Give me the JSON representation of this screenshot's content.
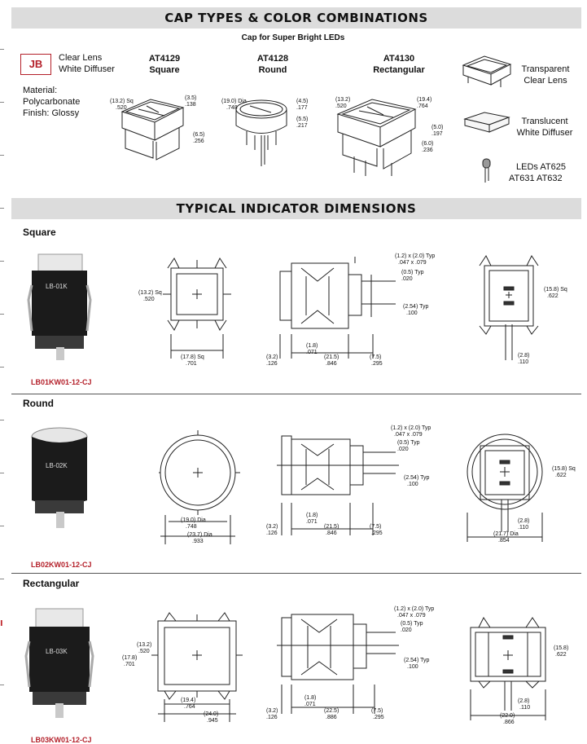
{
  "cap_section": {
    "header": "CAP TYPES & COLOR COMBINATIONS",
    "subtitle": "Cap for Super Bright LEDs",
    "badge": "JB",
    "cap_line1": "Clear Lens",
    "cap_line2": "White Diffuser",
    "material_line1": "Material:",
    "material_line2": "Polycarbonate",
    "material_line3": "Finish:  Glossy",
    "caps": [
      {
        "part": "AT4129",
        "shape": "Square",
        "d1a": "(13.2) Sq",
        "d1b": ".520",
        "d2a": "(3.5)",
        "d2b": ".138",
        "d3a": "(6.5)",
        "d3b": ".256"
      },
      {
        "part": "AT4128",
        "shape": "Round",
        "d1a": "(19.0) Dia",
        "d1b": ".748",
        "d2a": "(4.5)",
        "d2b": ".177",
        "d3a": "(5.5)",
        "d3b": ".217"
      },
      {
        "part": "AT4130",
        "shape": "Rectangular",
        "d1a": "(13.2)",
        "d1b": ".520",
        "d2a": "(19.4)",
        "d2b": ".764",
        "d3a": "(5.0)",
        "d3b": ".197",
        "d4a": "(6.0)",
        "d4b": ".236"
      }
    ],
    "side_items": [
      {
        "line1": "Transparent",
        "line2": "Clear Lens"
      },
      {
        "line1": "Translucent",
        "line2": "White Diffuser"
      },
      {
        "line1": "LEDs  AT625",
        "line2": "AT631   AT632"
      }
    ]
  },
  "dim_section": {
    "header": "TYPICAL INDICATOR DIMENSIONS",
    "rows": [
      {
        "title": "Square",
        "part_number": "LB01KW01-12-CJ",
        "body_label": "LB-01K",
        "front": {
          "a1": "(13.2) Sq",
          "a2": ".520",
          "b1": "(17.8) Sq",
          "b2": ".701"
        },
        "side": {
          "pin1": "(1.2) x (2.0) Typ",
          "pin2": ".047 x .079",
          "t1": "(0.5) Typ",
          "t2": ".020",
          "p1": "(2.54) Typ",
          "p2": ".100",
          "h1": "(3.2)",
          "h2": ".126",
          "m1": "(1.8)",
          "m2": ".071",
          "l1": "(21.5)",
          "l2": ".846",
          "r1": "(7.5)",
          "r2": ".295"
        },
        "back": {
          "w1": "(15.8) Sq",
          "w2": ".622",
          "s1": "(2.8)",
          "s2": ".110"
        }
      },
      {
        "title": "Round",
        "part_number": "LB02KW01-12-CJ",
        "body_label": "LB-02K",
        "front": {
          "a1": "(19.0) Dia",
          "a2": ".748",
          "b1": "(23.7) Dia",
          "b2": ".933"
        },
        "side": {
          "pin1": "(1.2) x (2.0) Typ",
          "pin2": ".047 x .079",
          "t1": "(0.5) Typ",
          "t2": ".020",
          "p1": "(2.54) Typ",
          "p2": ".100",
          "h1": "(3.2)",
          "h2": ".126",
          "m1": "(1.8)",
          "m2": ".071",
          "l1": "(21.5)",
          "l2": ".846",
          "r1": "(7.5)",
          "r2": ".295"
        },
        "back": {
          "w1": "(15.8) Sq",
          "w2": ".622",
          "s1": "(2.8)",
          "s2": ".110",
          "d1": "(21.7) Dia",
          "d2": ".854"
        }
      },
      {
        "title": "Rectangular",
        "part_number": "LB03KW01-12-CJ",
        "body_label": "LB-03K",
        "front": {
          "a1": "(13.2)",
          "a2": ".520",
          "c1": "(17.8)",
          "c2": ".701",
          "b1": "(19.4)",
          "b2": ".764",
          "e1": "(24.0)",
          "e2": ".945"
        },
        "side": {
          "pin1": "(1.2) x (2.0) Typ",
          "pin2": ".047 x .079",
          "t1": "(0.5) Typ",
          "t2": ".020",
          "p1": "(2.54) Typ",
          "p2": ".100",
          "h1": "(3.2)",
          "h2": ".126",
          "m1": "(1.8)",
          "m2": ".071",
          "l1": "(22.5)",
          "l2": ".886",
          "r1": "(7.5)",
          "r2": ".295"
        },
        "back": {
          "w1": "(15.8)",
          "w2": ".622",
          "s1": "(2.8)",
          "s2": ".110",
          "d1": "(22.0)",
          "d2": ".866"
        }
      }
    ]
  },
  "colors": {
    "band": "#dcdcdc",
    "accent_red": "#b4202a"
  }
}
